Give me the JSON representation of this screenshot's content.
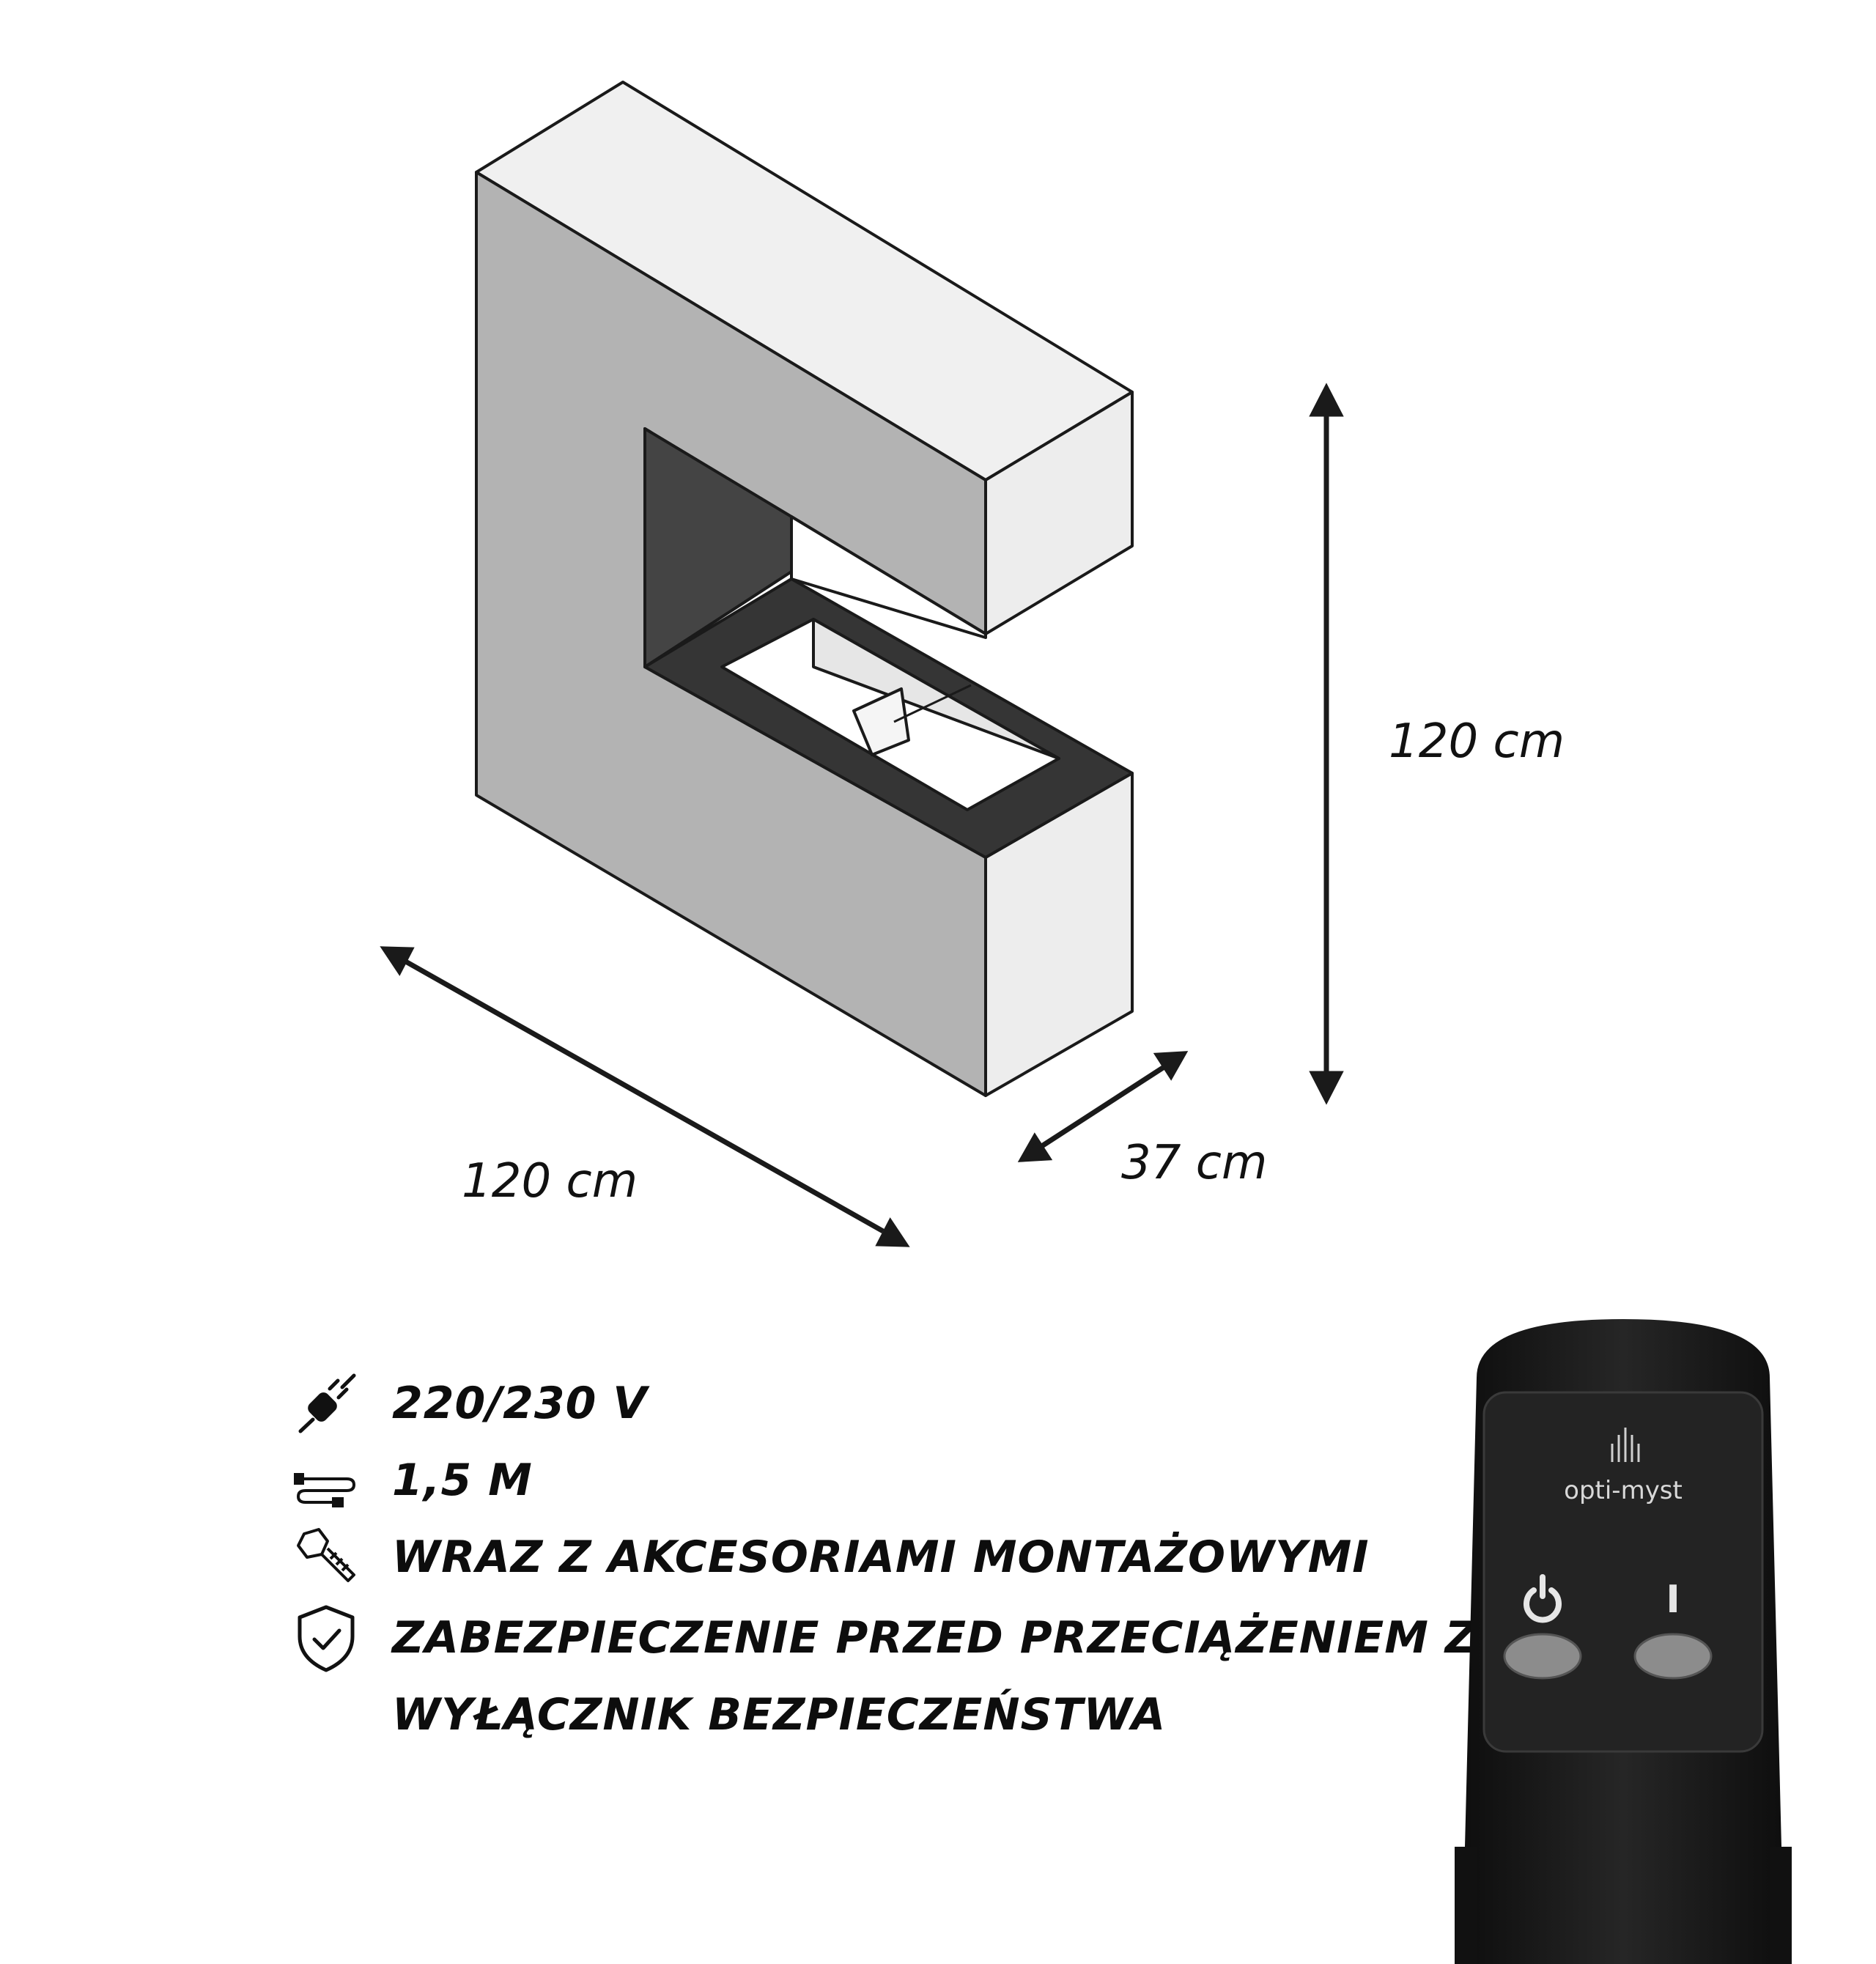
{
  "dimensions": {
    "height": "120 cm",
    "width": "120 cm",
    "depth": "37 cm"
  },
  "specs": [
    {
      "icon": "plug-icon",
      "text": "220/230 V"
    },
    {
      "icon": "cable-icon",
      "text": "1,5 M"
    },
    {
      "icon": "screw-icon",
      "text": "WRAZ Z AKCESORIAMI MONTAŻOWYMI"
    },
    {
      "icon": "shield-check-icon",
      "text": "ZABEZPIECZENIE PRZED PRZECIĄŻENIEM Z"
    }
  ],
  "spec_continuation": "WYŁĄCZNIK BEZPIECZEŃSTWA",
  "remote": {
    "brand": "opti-myst",
    "power_symbol": "power-icon",
    "on_symbol": "I"
  },
  "colors": {
    "front_face": "#b3b3b3",
    "side_face": "#ededed",
    "inner_dark": "#3a3a3a",
    "remote_body": "#1c1c1c",
    "remote_button": "#8c8c8c"
  }
}
